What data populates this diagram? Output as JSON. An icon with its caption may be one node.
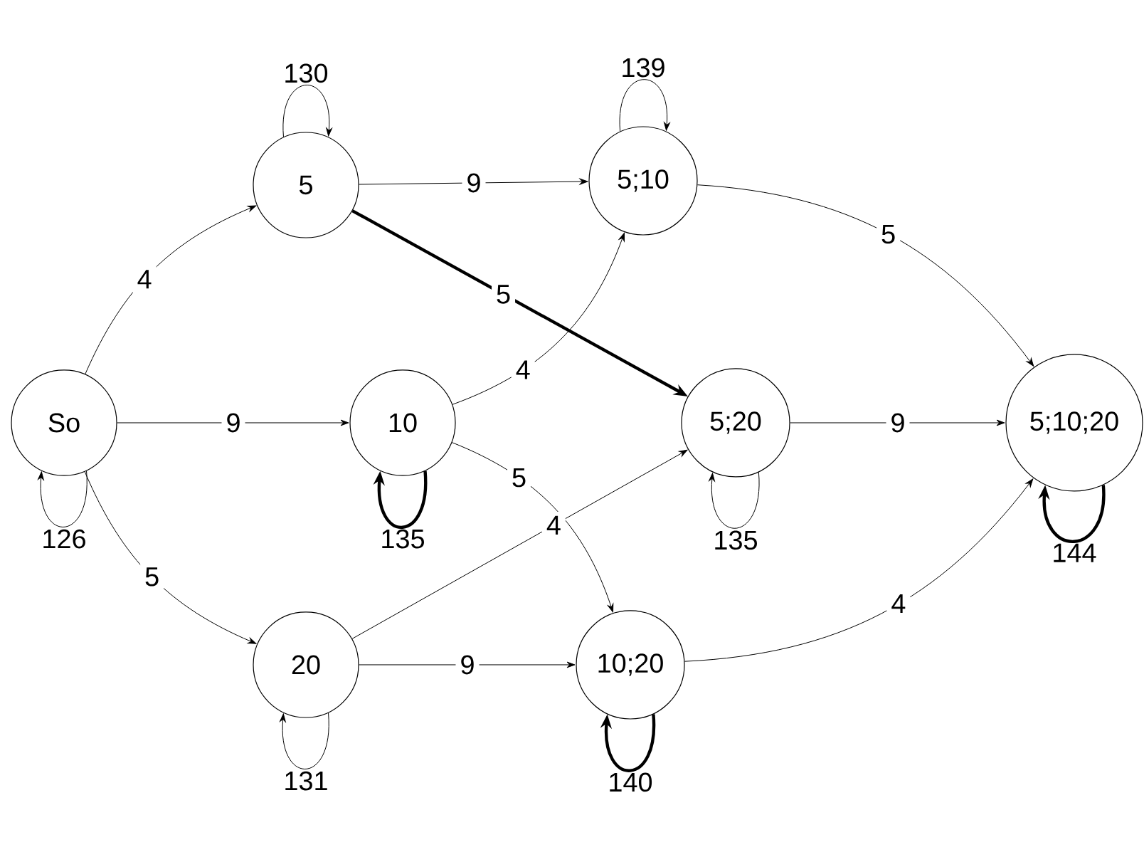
{
  "diagram": {
    "nodes": [
      {
        "text": [
          "So"
        ]
      },
      {
        "text": [
          "5"
        ]
      },
      {
        "text": [
          "10"
        ]
      },
      {
        "text": [
          "20"
        ]
      },
      {
        "text": [
          "5;10"
        ]
      },
      {
        "text": [
          "5;20"
        ]
      },
      {
        "text": [
          "10;20"
        ]
      },
      {
        "text": [
          "5;10;20"
        ]
      }
    ],
    "edges": [
      {
        "from": 0,
        "to": 1,
        "label": "4",
        "arrow": "to"
      },
      {
        "from": 0,
        "to": 2,
        "label": "9",
        "arrow": "to"
      },
      {
        "from": 0,
        "to": 3,
        "label": "5",
        "arrow": "to"
      },
      {
        "from": 0,
        "to": 0,
        "label": "126",
        "arrow": "to"
      },
      {
        "from": 1,
        "to": 1,
        "label": "130",
        "arrow": "to"
      },
      {
        "from": 1,
        "to": 4,
        "label": "9",
        "arrow": "to"
      },
      {
        "from": 1,
        "to": 5,
        "label": "5",
        "arrow": "to",
        "style": "thick"
      },
      {
        "from": 2,
        "to": 4,
        "label": "4",
        "arrow": "to"
      },
      {
        "from": 2,
        "to": 6,
        "label": "5",
        "arrow": "to"
      },
      {
        "from": 2,
        "to": 2,
        "label": "135",
        "arrow": "to",
        "style": "thick"
      },
      {
        "from": 3,
        "to": 5,
        "label": "4",
        "arrow": "to"
      },
      {
        "from": 3,
        "to": 6,
        "label": "9",
        "arrow": "to"
      },
      {
        "from": 3,
        "to": 3,
        "label": "131",
        "arrow": "to"
      },
      {
        "from": 4,
        "to": 4,
        "label": "139",
        "arrow": "to"
      },
      {
        "from": 4,
        "to": 7,
        "label": "5",
        "arrow": "to"
      },
      {
        "from": 5,
        "to": 7,
        "label": "9",
        "arrow": "to"
      },
      {
        "from": 5,
        "to": 5,
        "label": "135",
        "arrow": "to"
      },
      {
        "from": 6,
        "to": 7,
        "label": "4",
        "arrow": "to"
      },
      {
        "from": 6,
        "to": 6,
        "label": "140",
        "arrow": "to",
        "style": "thick"
      },
      {
        "from": 7,
        "to": 7,
        "label": "144",
        "arrow": "to",
        "style": "thick"
      }
    ]
  }
}
